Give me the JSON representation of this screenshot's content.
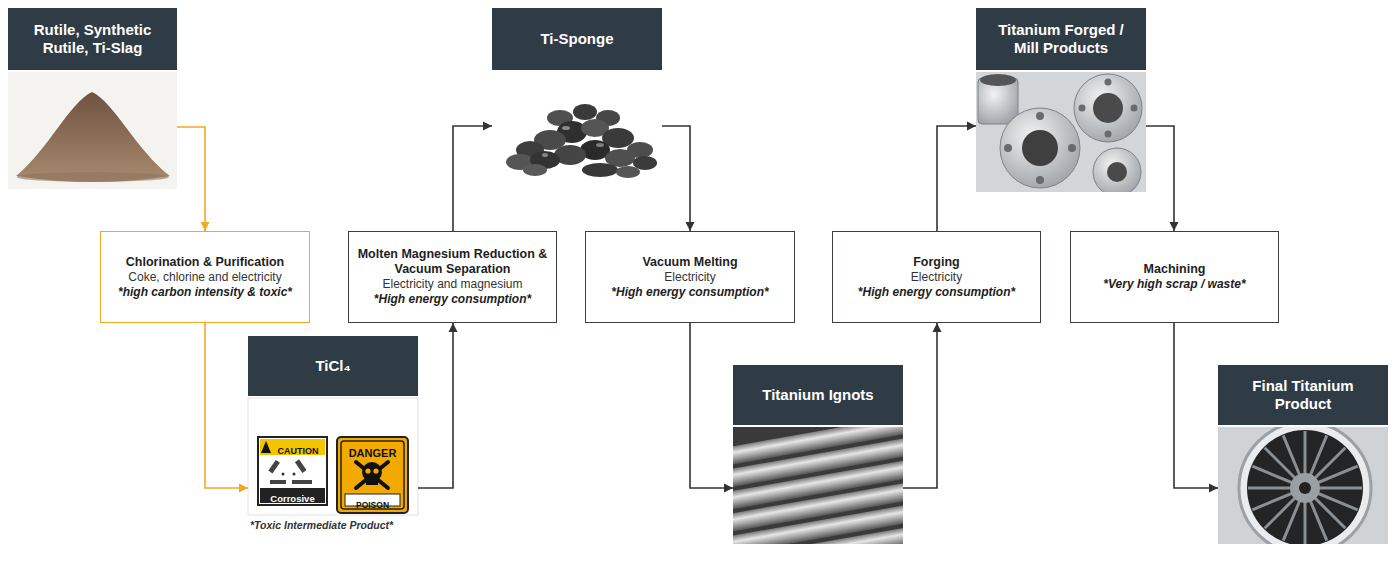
{
  "diagram": {
    "nodes": [
      {
        "text": [
          "Rutile, Synthetic Rutile, Ti-Slag"
        ]
      },
      {
        "text": [
          "Chlorination & Purification",
          "Coke, chlorine and electricity",
          "*high carbon intensity & toxic*"
        ]
      },
      {
        "text": [
          "TiCl₄",
          "*Toxic Intermediate Product*"
        ]
      },
      {
        "text": [
          "Molten Magnesium Reduction & Vacuum Separation",
          "Electricity and magnesium",
          "*High energy consumption*"
        ]
      },
      {
        "text": [
          "Ti-Sponge"
        ]
      },
      {
        "text": [
          "Vacuum Melting",
          "Electricity",
          "*High energy consumption*"
        ]
      },
      {
        "text": [
          "Titanium Ignots"
        ]
      },
      {
        "text": [
          "Forging",
          "Electricity",
          "*High energy consumption*"
        ]
      },
      {
        "text": [
          "Titanium Forged / Mill Products"
        ]
      },
      {
        "text": [
          "Machining",
          "*Very high scrap / waste*"
        ]
      },
      {
        "text": [
          "Final Titanium Product"
        ]
      }
    ],
    "edges": [
      {
        "from": 0,
        "to": 1,
        "arrow": "to"
      },
      {
        "from": 1,
        "to": 2,
        "arrow": "to"
      },
      {
        "from": 2,
        "to": 3,
        "arrow": "to"
      },
      {
        "from": 3,
        "to": 4,
        "arrow": "to"
      },
      {
        "from": 4,
        "to": 5,
        "arrow": "to"
      },
      {
        "from": 5,
        "to": 6,
        "arrow": "to"
      },
      {
        "from": 6,
        "to": 7,
        "arrow": "to"
      },
      {
        "from": 7,
        "to": 8,
        "arrow": "to"
      },
      {
        "from": 8,
        "to": 9,
        "arrow": "to"
      },
      {
        "from": 9,
        "to": 10,
        "arrow": "to"
      }
    ],
    "labels": [
      "CAUTION",
      "Corrosive",
      "DANGER",
      "POISON"
    ]
  }
}
